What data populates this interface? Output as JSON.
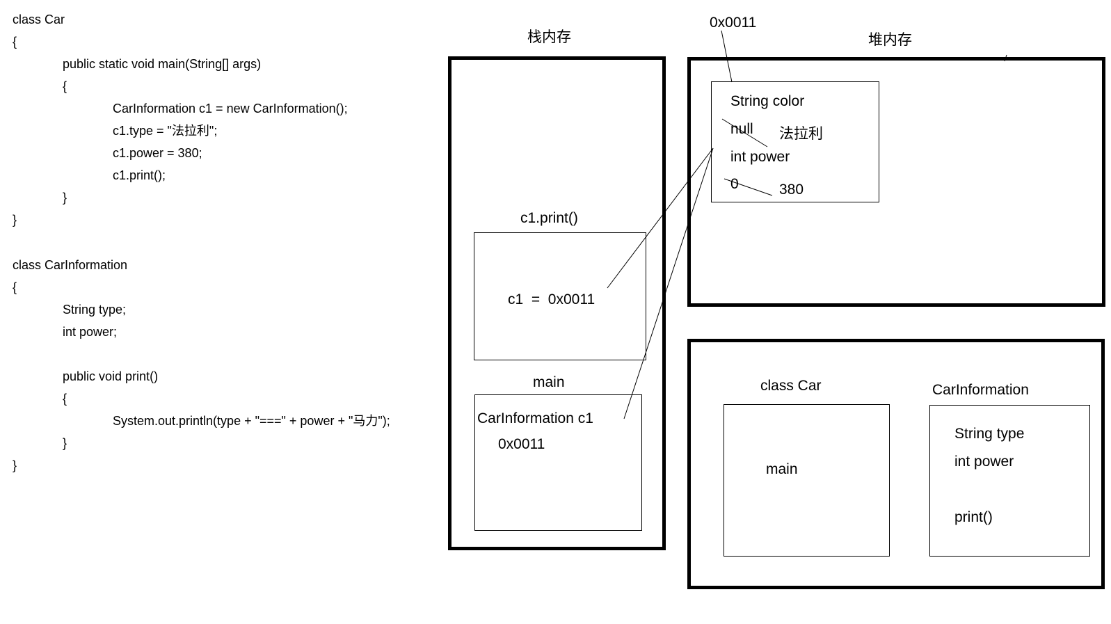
{
  "code": {
    "car_class": [
      {
        "indent": 0,
        "text": "class Car"
      },
      {
        "indent": 0,
        "text": "{"
      },
      {
        "indent": 1,
        "text": "public static void main(String[] args)"
      },
      {
        "indent": 1,
        "text": "{"
      },
      {
        "indent": 2,
        "text": "CarInformation c1 = new CarInformation();"
      },
      {
        "indent": 2,
        "text": "c1.type = \"法拉利\";"
      },
      {
        "indent": 2,
        "text": "c1.power = 380;"
      },
      {
        "indent": 2,
        "text": "c1.print();"
      },
      {
        "indent": 1,
        "text": "}"
      },
      {
        "indent": 0,
        "text": "}"
      }
    ],
    "carinformation_class": [
      {
        "indent": 0,
        "text": "class CarInformation"
      },
      {
        "indent": 0,
        "text": "{"
      },
      {
        "indent": 1,
        "text": "String type;"
      },
      {
        "indent": 1,
        "text": "int power;"
      },
      {
        "indent": 1,
        "text": ""
      },
      {
        "indent": 1,
        "text": "public void print()"
      },
      {
        "indent": 1,
        "text": "{"
      },
      {
        "indent": 2,
        "text": "System.out.println(type + \"===\" + power + \"马力\");"
      },
      {
        "indent": 1,
        "text": "}"
      },
      {
        "indent": 0,
        "text": "}"
      }
    ]
  },
  "stack": {
    "title": "栈内存",
    "frames": [
      {
        "label": "c1.print()",
        "contents": [
          "c1  =  0x0011"
        ]
      },
      {
        "label": "main",
        "contents": [
          "CarInformation c1",
          "0x0011"
        ]
      }
    ]
  },
  "heap": {
    "title": "堆内存",
    "object_address": "0x0011",
    "fields": [
      {
        "name": "String color",
        "old_value": "null",
        "new_value": "法拉利"
      },
      {
        "name": "int power",
        "old_value": "0",
        "new_value": "380"
      }
    ]
  },
  "method_area": {
    "classes": [
      {
        "label": "class Car",
        "members": [
          "main"
        ]
      },
      {
        "label": "CarInformation",
        "members": [
          "String type",
          "int power",
          "print()"
        ]
      }
    ]
  }
}
